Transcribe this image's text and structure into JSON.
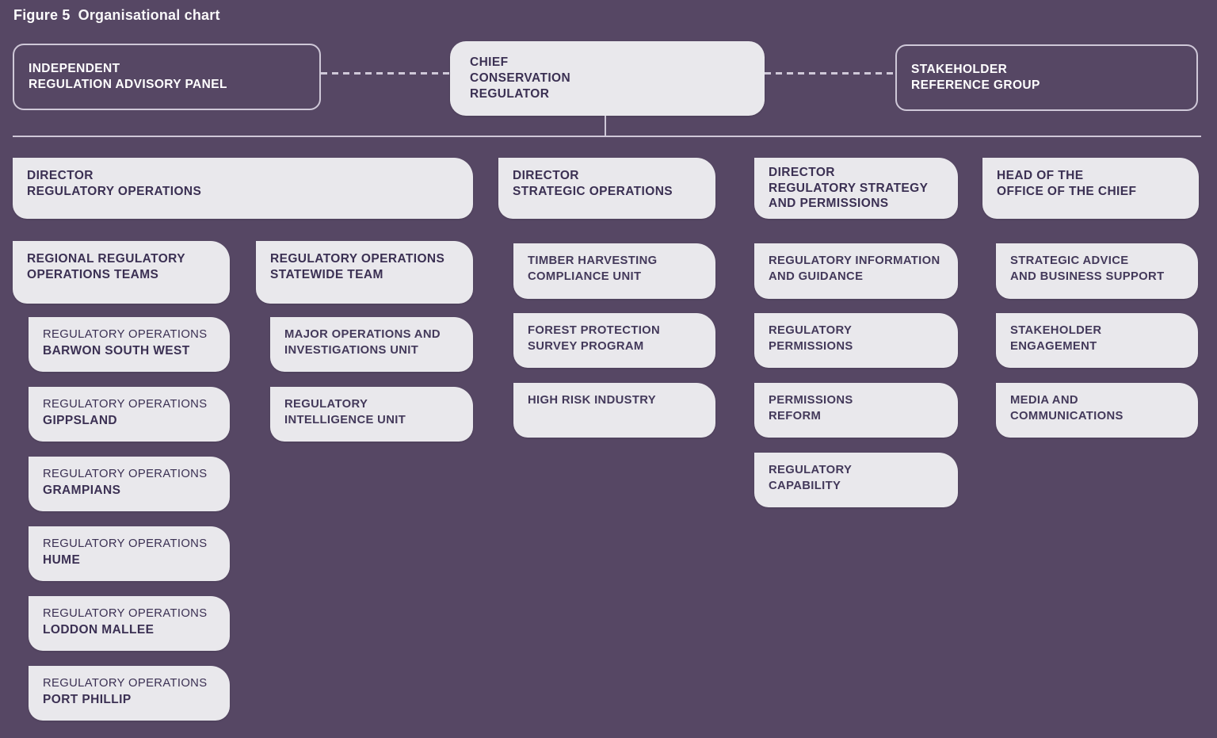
{
  "title": {
    "figure_label": "Figure 5",
    "chart_label": "Organisational chart"
  },
  "colors": {
    "background": "#564764",
    "box_fill": "#e9e8ec",
    "box_text": "#3b3053",
    "line_and_border": "#cfc8d8",
    "title_text": "#ffffff"
  },
  "top_row": {
    "independent_panel": {
      "lines": [
        "INDEPENDENT",
        "REGULATION ADVISORY PANEL"
      ]
    },
    "chief_regulator": {
      "lines": [
        "CHIEF",
        "CONSERVATION",
        "REGULATOR"
      ]
    },
    "stakeholder_group": {
      "lines": [
        "STAKEHOLDER",
        "REFERENCE GROUP"
      ]
    }
  },
  "directors": {
    "regulatory_operations": {
      "lines": [
        "DIRECTOR",
        "REGULATORY OPERATIONS"
      ]
    },
    "strategic_operations": {
      "lines": [
        "DIRECTOR",
        "STRATEGIC OPERATIONS"
      ]
    },
    "regulatory_strategy": {
      "lines": [
        "DIRECTOR",
        "REGULATORY STRATEGY",
        "AND PERMISSIONS"
      ]
    },
    "office_of_chief": {
      "lines": [
        "HEAD OF THE",
        "OFFICE OF THE CHIEF"
      ]
    }
  },
  "teams": {
    "regional_header": {
      "lines": [
        "REGIONAL REGULATORY",
        "OPERATIONS TEAMS"
      ]
    },
    "statewide_header": {
      "lines": [
        "REGULATORY OPERATIONS",
        "STATEWIDE TEAM"
      ]
    },
    "timber_header": {
      "lines": [
        "TIMBER HARVESTING",
        "COMPLIANCE UNIT"
      ]
    },
    "reg_info_header": {
      "lines": [
        "REGULATORY INFORMATION",
        "AND GUIDANCE"
      ]
    },
    "advice_header": {
      "lines": [
        "STRATEGIC ADVICE",
        "AND BUSINESS SUPPORT"
      ]
    },
    "regional_units": [
      {
        "prefix": "REGULATORY OPERATIONS",
        "region": "BARWON SOUTH WEST"
      },
      {
        "prefix": "REGULATORY OPERATIONS",
        "region": "GIPPSLAND"
      },
      {
        "prefix": "REGULATORY OPERATIONS",
        "region": "GRAMPIANS"
      },
      {
        "prefix": "REGULATORY OPERATIONS",
        "region": "HUME"
      },
      {
        "prefix": "REGULATORY OPERATIONS",
        "region": "LODDON MALLEE"
      },
      {
        "prefix": "REGULATORY OPERATIONS",
        "region": "PORT PHILLIP"
      }
    ],
    "statewide_units": [
      {
        "lines": [
          "MAJOR OPERATIONS AND",
          "INVESTIGATIONS UNIT"
        ]
      },
      {
        "lines": [
          "REGULATORY",
          "INTELLIGENCE UNIT"
        ]
      }
    ],
    "strategic_units": [
      {
        "lines": [
          "FOREST PROTECTION",
          "SURVEY PROGRAM"
        ]
      },
      {
        "lines": [
          "HIGH RISK INDUSTRY"
        ]
      }
    ],
    "permissions_units": [
      {
        "lines": [
          "REGULATORY",
          "PERMISSIONS"
        ]
      },
      {
        "lines": [
          "PERMISSIONS",
          "REFORM"
        ]
      },
      {
        "lines": [
          "REGULATORY",
          "CAPABILITY"
        ]
      }
    ],
    "office_units": [
      {
        "lines": [
          "STAKEHOLDER",
          "ENGAGEMENT"
        ]
      },
      {
        "lines": [
          "MEDIA AND",
          "COMMUNICATIONS"
        ]
      }
    ]
  }
}
